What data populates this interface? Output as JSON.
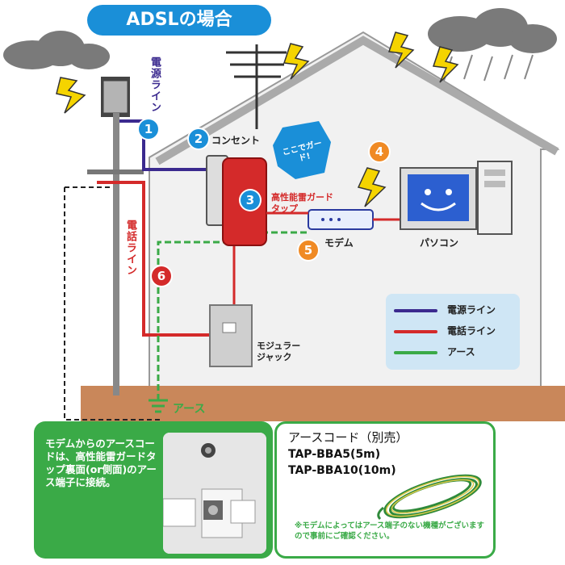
{
  "title": "ADSLの場合",
  "labels": {
    "power_line_vertical": "電源ライン",
    "outlet": "コンセント",
    "bubble": "ここでガード!",
    "tap_line1": "高性能雷ガード",
    "tap_line2": "タップ",
    "modem": "モデム",
    "pc": "パソコン",
    "phone_line_vertical": "電話ライン",
    "modular_line1": "モジュラー",
    "modular_line2": "ジャック",
    "earth": "アース"
  },
  "badges": [
    {
      "num": "1",
      "color": "#1a8fd8"
    },
    {
      "num": "2",
      "color": "#1a8fd8"
    },
    {
      "num": "3",
      "color": "#1a8fd8"
    },
    {
      "num": "4",
      "color": "#f08a24"
    },
    {
      "num": "5",
      "color": "#f08a24"
    },
    {
      "num": "6",
      "color": "#d42a2a"
    }
  ],
  "legend": [
    {
      "label": "電源ライン",
      "color": "#3b2a8f"
    },
    {
      "label": "電話ライン",
      "color": "#d42a2a"
    },
    {
      "label": "アース",
      "color": "#3aaa47"
    }
  ],
  "info": {
    "text": "モデムからのアースコードは、高性能雷ガードタップ裏面(or側面)のアース端子に接続。"
  },
  "cord": {
    "title": "アースコード（別売）",
    "model1": "TAP-BBA5(5m)",
    "model2": "TAP-BBA10(10m)",
    "note": "※モデムによってはアース端子のない機種がございますので事前にご確認ください。"
  },
  "colors": {
    "power": "#3b2a8f",
    "phone": "#d42a2a",
    "earth": "#3aaa47",
    "ground": "#c9875a",
    "house_fill": "#f1f1f1",
    "accent_blue": "#1a8fd8",
    "accent_orange": "#f08a24",
    "tap_red": "#d42a2a"
  }
}
